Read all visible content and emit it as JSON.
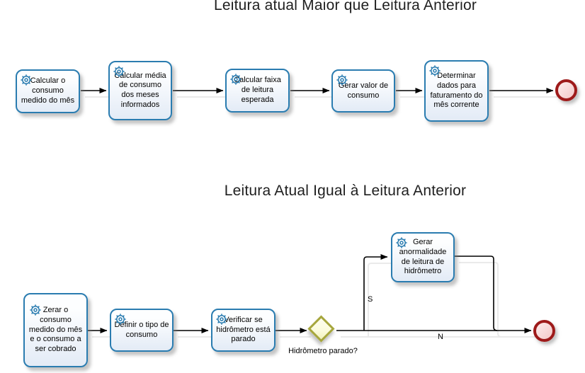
{
  "colors": {
    "task_border": "#2a7cb0",
    "task_fill_top": "#fdfeff",
    "task_fill_bottom": "#e3ebf6",
    "gear": "#2a7cb0",
    "gateway_border": "#a6a63c",
    "gateway_fill": "#fbfbdc",
    "end_border": "#9e1a1a",
    "end_fill": "#f5cfcf",
    "connector": "#000000",
    "title_color": "#1f1f1f"
  },
  "flow_top": {
    "title": "Leitura atual Maior que Leitura Anterior",
    "tasks": [
      "Calcular o consumo medido do mês",
      "Calcular média de consumo dos meses informados",
      "Calcular faixa de leitura esperada",
      "Gerar valor de consumo",
      "Determinar dados para faturamento do mês corrente"
    ]
  },
  "flow_bottom": {
    "title": "Leitura Atual Igual à Leitura Anterior",
    "tasks": [
      "Zerar o consumo medido do mês e o consumo a ser cobrado",
      "Definir o tipo de consumo",
      "Verificar se hidrômetro está parado",
      "Gerar anormalidade de leitura de hidrômetro"
    ],
    "gateway_label": "Hidrômetro parado?",
    "branch_yes": "S",
    "branch_no": "N"
  }
}
